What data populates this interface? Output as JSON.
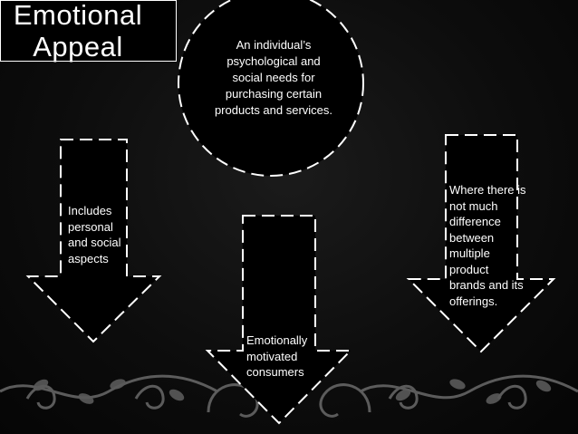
{
  "title": {
    "line1": "Emotional",
    "line2": "Appeal"
  },
  "circle": {
    "text": "An individual’s psychological and social needs for purchasing certain products and services."
  },
  "arrows": {
    "left": {
      "text": "Includes personal and social aspects"
    },
    "center": {
      "text": "Emotionally motivated consumers"
    },
    "right": {
      "text": "Where there is not much difference between multiple product brands and its offerings."
    }
  },
  "colors": {
    "background": "#0d0d0d",
    "foreground": "#ffffff"
  }
}
